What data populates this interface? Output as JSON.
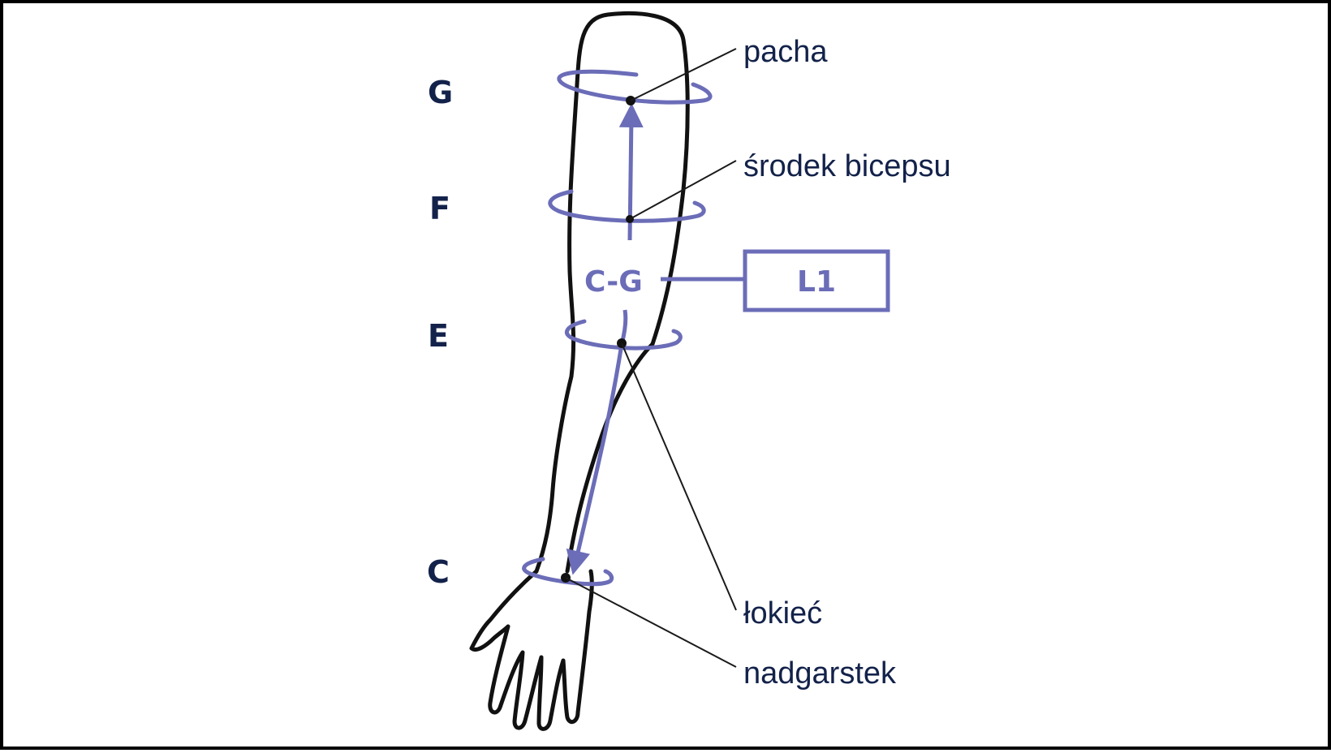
{
  "levels": {
    "g": "G",
    "f": "F",
    "e": "E",
    "c": "C"
  },
  "landmarks": {
    "armpit": "pacha",
    "bicep_middle": "środek bicepsu",
    "elbow": "łokieć",
    "wrist": "nadgarstek"
  },
  "segment_label": "C-G",
  "size_box_label": "L1",
  "colors": {
    "accent": "#6b6db8",
    "level_text": "#13224a",
    "outline": "#111111",
    "leader": "#1a1a1a"
  }
}
